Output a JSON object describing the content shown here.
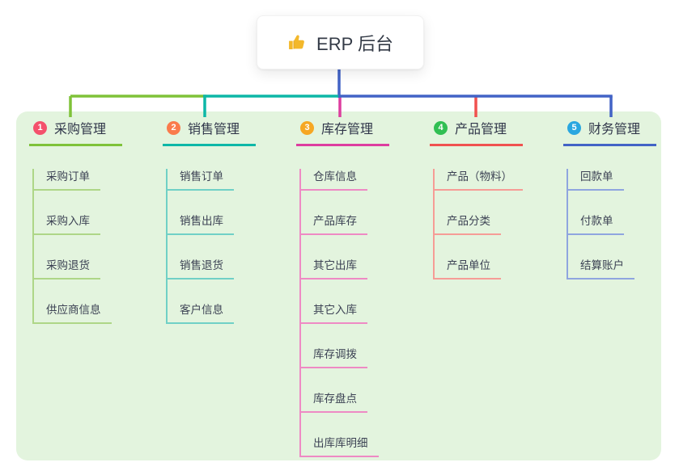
{
  "root": {
    "label": "ERP 后台",
    "icon": "thumbs-up-icon",
    "icon_color": "#f3b82b"
  },
  "colors": {
    "panel_bg": "#e3f4de",
    "root_line": "#4263c6",
    "text": "#3c4254",
    "header_text": "#30364a"
  },
  "branches": [
    {
      "index": "1",
      "label": "采购管理",
      "badge_color": "#f4516c",
      "line_color": "#7fc239",
      "light_color": "#aed687",
      "children": [
        "采购订单",
        "采购入库",
        "采购退货",
        "供应商信息"
      ]
    },
    {
      "index": "2",
      "label": "销售管理",
      "badge_color": "#fa7b4c",
      "line_color": "#0db7a7",
      "light_color": "#70d0c6",
      "children": [
        "销售订单",
        "销售出库",
        "销售退货",
        "客户信息"
      ]
    },
    {
      "index": "3",
      "label": "库存管理",
      "badge_color": "#f6a723",
      "line_color": "#dd3d9f",
      "light_color": "#ee8ac4",
      "children": [
        "仓库信息",
        "产品库存",
        "其它出库",
        "其它入库",
        "库存调拨",
        "库存盘点",
        "出库库明细"
      ]
    },
    {
      "index": "4",
      "label": "产品管理",
      "badge_color": "#31bf53",
      "line_color": "#f0514f",
      "light_color": "#f69c96",
      "children": [
        "产品（物料）",
        "产品分类",
        "产品单位"
      ]
    },
    {
      "index": "5",
      "label": "财务管理",
      "badge_color": "#2aa7e0",
      "line_color": "#4263c6",
      "light_color": "#8fa5df",
      "children": [
        "回款单",
        "付款单",
        "结算账户"
      ]
    }
  ]
}
